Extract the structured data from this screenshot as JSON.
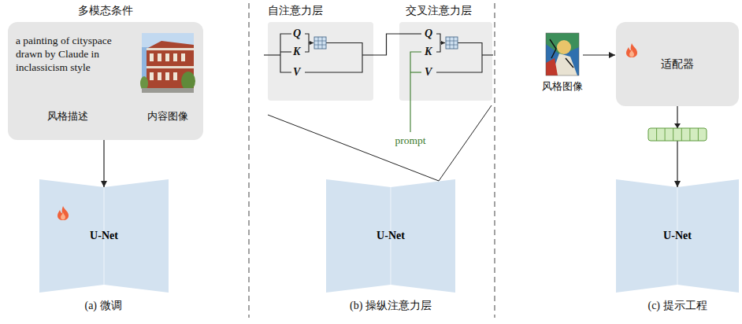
{
  "diagram": {
    "nodes": [
      {
        "text": [
          "多模态条件",
          "a painting of cityspace drawn by Claude in inclassicism style",
          "风格描述",
          "内容图像"
        ]
      },
      {
        "text": [
          "U-Net"
        ]
      },
      {
        "text": [
          "自注意力层",
          "Q",
          "K",
          "V"
        ]
      },
      {
        "text": [
          "交叉注意力层",
          "Q",
          "K",
          "V"
        ]
      },
      {
        "text": [
          "U-Net"
        ]
      },
      {
        "text": [
          "适配器"
        ]
      },
      {
        "text": [
          "U-Net"
        ]
      }
    ],
    "edges": [
      {
        "from": 0,
        "to": 1,
        "arrow": "to"
      },
      {
        "from": 2,
        "to": 3,
        "arrow": "none"
      },
      {
        "from": 5,
        "to": 6,
        "arrow": "to"
      }
    ],
    "labels": [
      "(a) 微调",
      "prompt",
      "(b) 操纵注意力层",
      "风格图像",
      "(c) 提示工程"
    ]
  }
}
